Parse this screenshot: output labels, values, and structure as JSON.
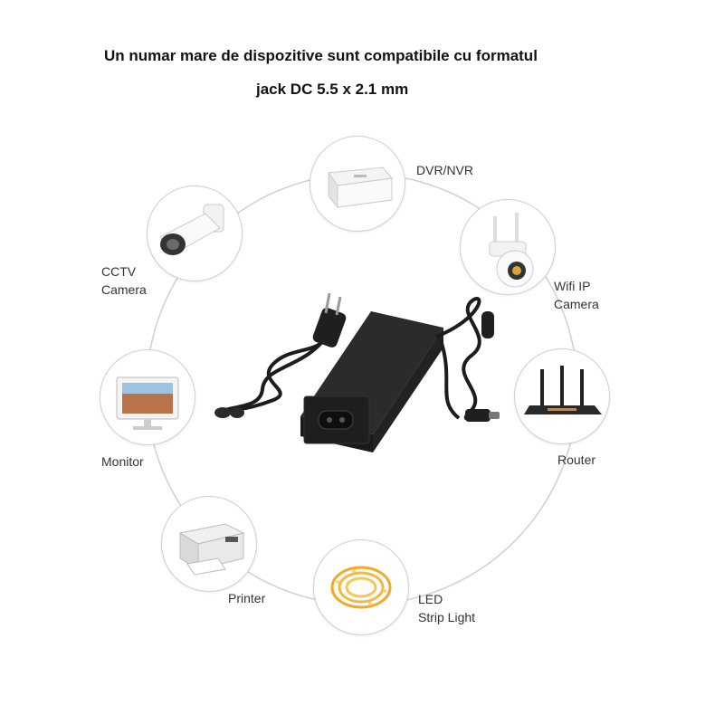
{
  "headline": {
    "line1": "Un numar mare de dispozitive sunt compatibile cu formatul",
    "line2": "jack DC 5.5 x 2.1 mm"
  },
  "devices": [
    {
      "id": "dvr",
      "icon": "dvr-recorder-icon",
      "label_lines": [
        "DVR/NVR"
      ]
    },
    {
      "id": "wifi",
      "icon": "wifi-ip-camera-icon",
      "label_lines": [
        "Wifi IP",
        "Camera"
      ]
    },
    {
      "id": "router",
      "icon": "router-icon",
      "label_lines": [
        "Router"
      ]
    },
    {
      "id": "led",
      "icon": "led-strip-light-icon",
      "label_lines": [
        "LED",
        "Strip Light"
      ]
    },
    {
      "id": "printer",
      "icon": "printer-icon",
      "label_lines": [
        "Printer"
      ]
    },
    {
      "id": "monitor",
      "icon": "monitor-icon",
      "label_lines": [
        "Monitor"
      ]
    },
    {
      "id": "cctv",
      "icon": "cctv-camera-icon",
      "label_lines": [
        "CCTV",
        "Camera"
      ]
    }
  ],
  "center": {
    "icon": "power-adapter-icon"
  },
  "colors": {
    "ring": "#d0d0d0",
    "adapter": "#1f1f1f",
    "led": "#f2a82a"
  }
}
